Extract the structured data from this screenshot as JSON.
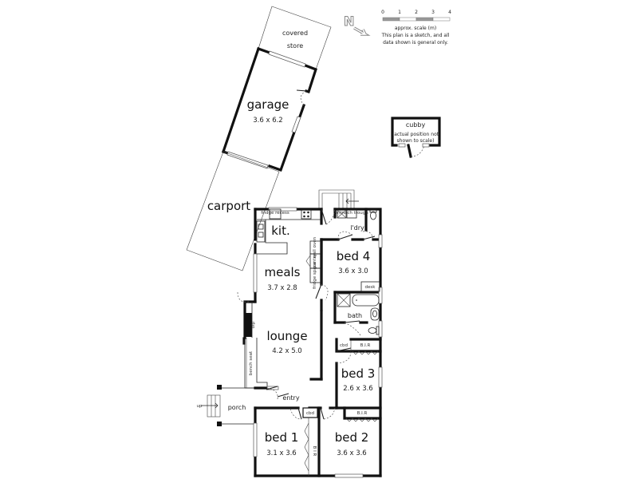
{
  "legend": {
    "north_label": "N",
    "scale_ticks": [
      "0",
      "1",
      "2",
      "3",
      "4"
    ],
    "scale_title": "approx. scale (m)",
    "disclaimer_line1": "This plan is a sketch, and all",
    "disclaimer_line2": "data shown is general only."
  },
  "outbuildings": {
    "covered_store": {
      "line1": "covered",
      "line2": "store"
    },
    "garage": {
      "name": "garage",
      "dims": "3.6 x 6.2"
    },
    "carport": {
      "name": "carport"
    },
    "cubby": {
      "name": "cubby",
      "note1": "(actual position not",
      "note2": "shown to scale)"
    }
  },
  "rooms": {
    "kitchen": {
      "name": "kit."
    },
    "meals": {
      "name": "meals",
      "dims": "3.7 x 2.8"
    },
    "lounge": {
      "name": "lounge",
      "dims": "4.2 x 5.0"
    },
    "bed4": {
      "name": "bed 4",
      "dims": "3.6 x 3.0"
    },
    "bath": {
      "name": "bath"
    },
    "bed3": {
      "name": "bed 3",
      "dims": "2.6 x 3.6"
    },
    "bed2": {
      "name": "bed 2",
      "dims": "3.6 x 3.6"
    },
    "bed1": {
      "name": "bed 1",
      "dims": "3.1 x 3.6"
    },
    "laundry": {
      "name": "l'dry"
    },
    "entry": {
      "name": "entry"
    },
    "porch": {
      "name": "porch"
    }
  },
  "fixtures": {
    "fridge_recess": "fridge recess",
    "wall_oven": "wall oven",
    "pantry": "pantry",
    "fridge_space": "fridge space",
    "desk": "desk",
    "cbd": "cbd",
    "bir": "B.I.R",
    "bir_vertical": "B I R",
    "wash_trough": "w/mach trough",
    "fireplace": "ofp",
    "bench_seat": "bench seat",
    "up": "up"
  }
}
